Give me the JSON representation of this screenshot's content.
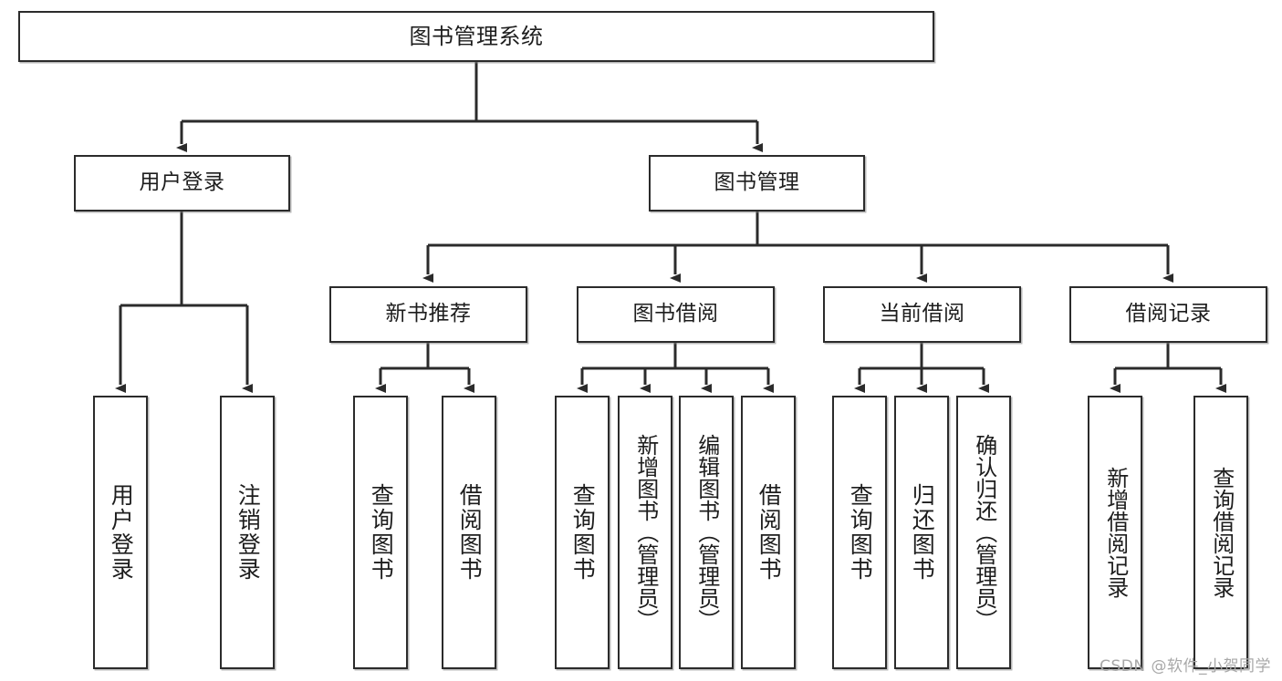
{
  "diagram": {
    "type": "tree",
    "title": "图书管理系统",
    "root": {
      "id": "root",
      "label": "图书管理系统"
    },
    "level2": [
      {
        "id": "user-login",
        "label": "用户登录"
      },
      {
        "id": "book-manage",
        "label": "图书管理"
      }
    ],
    "level3": [
      {
        "id": "new-book-recommend",
        "label": "新书推荐",
        "parent": "book-manage"
      },
      {
        "id": "book-borrow",
        "label": "图书借阅",
        "parent": "book-manage"
      },
      {
        "id": "current-borrow",
        "label": "当前借阅",
        "parent": "book-manage"
      },
      {
        "id": "borrow-record",
        "label": "借阅记录",
        "parent": "book-manage"
      }
    ],
    "leaves": [
      {
        "id": "leaf-user-login",
        "label": "用户登录",
        "parent": "user-login"
      },
      {
        "id": "leaf-user-logout",
        "label": "注销登录",
        "parent": "user-login"
      },
      {
        "id": "leaf-rec-query-book",
        "label": "查询图书",
        "parent": "new-book-recommend"
      },
      {
        "id": "leaf-rec-borrow-book",
        "label": "借阅图书",
        "parent": "new-book-recommend"
      },
      {
        "id": "leaf-bb-query-book",
        "label": "查询图书",
        "parent": "book-borrow"
      },
      {
        "id": "leaf-bb-add-book",
        "label": "新增图书（管理员）",
        "parent": "book-borrow"
      },
      {
        "id": "leaf-bb-edit-book",
        "label": "编辑图书（管理员）",
        "parent": "book-borrow"
      },
      {
        "id": "leaf-bb-borrow-book",
        "label": "借阅图书",
        "parent": "book-borrow"
      },
      {
        "id": "leaf-cb-query-book",
        "label": "查询图书",
        "parent": "current-borrow"
      },
      {
        "id": "leaf-cb-return-book",
        "label": "归还图书",
        "parent": "current-borrow"
      },
      {
        "id": "leaf-cb-confirm-return",
        "label": "确认归还（管理员）",
        "parent": "current-borrow"
      },
      {
        "id": "leaf-br-add-record",
        "label": "新增借阅记录",
        "parent": "borrow-record"
      },
      {
        "id": "leaf-br-query-record",
        "label": "查询借阅记录",
        "parent": "borrow-record"
      }
    ],
    "colors": {
      "box_border": "#2b2b2b",
      "box_fill": "#ffffff",
      "connector": "#2b2b2b",
      "text": "#1d1d1d",
      "watermark": "#a8a8a8",
      "background": "#ffffff"
    }
  },
  "watermark": {
    "text": "CSDN @软件_小贺同学"
  }
}
